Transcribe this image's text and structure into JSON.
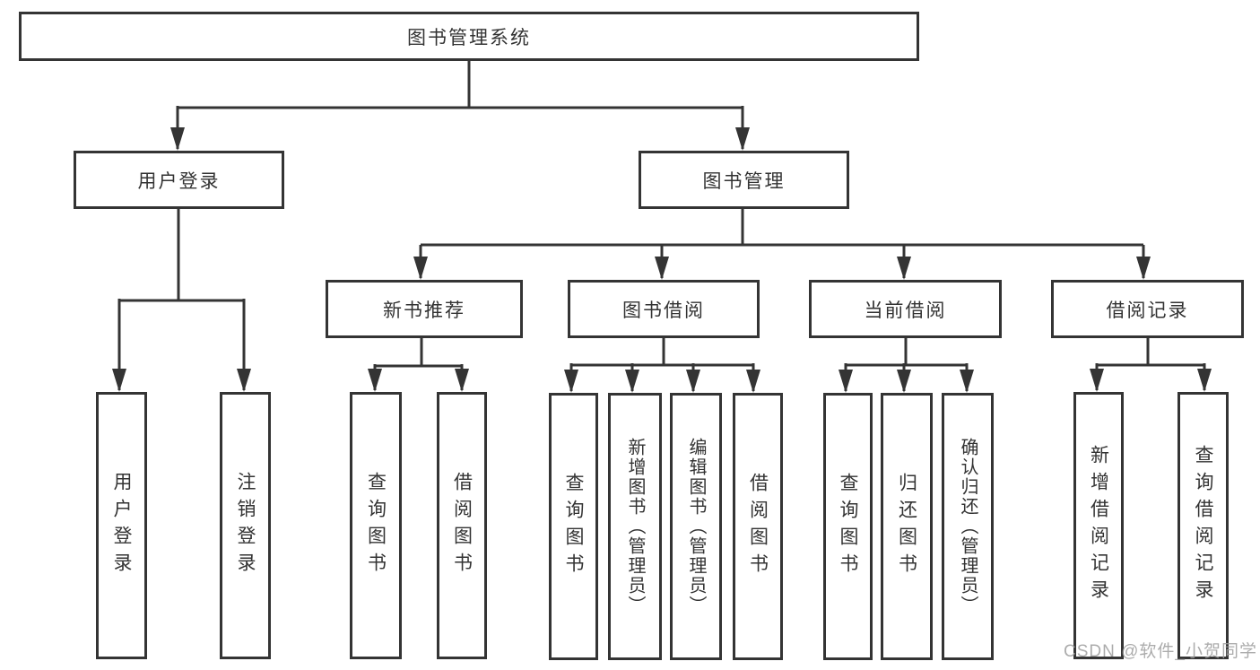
{
  "tree": {
    "root": {
      "label": "图书管理系统"
    },
    "branches": [
      {
        "label": "用户登录",
        "children": [
          {
            "label": "用户登录"
          },
          {
            "label": "注销登录"
          }
        ]
      },
      {
        "label": "图书管理",
        "sections": [
          {
            "label": "新书推荐",
            "children": [
              {
                "label": "查询图书"
              },
              {
                "label": "借阅图书"
              }
            ]
          },
          {
            "label": "图书借阅",
            "children": [
              {
                "label": "查询图书"
              },
              {
                "label": "新增图书（管理员）"
              },
              {
                "label": "编辑图书（管理员）"
              },
              {
                "label": "借阅图书"
              }
            ]
          },
          {
            "label": "当前借阅",
            "children": [
              {
                "label": "查询图书"
              },
              {
                "label": "归还图书"
              },
              {
                "label": "确认归还（管理员）"
              }
            ]
          },
          {
            "label": "借阅记录",
            "children": [
              {
                "label": "新增借阅记录"
              },
              {
                "label": "查询借阅记录"
              }
            ]
          }
        ]
      }
    ]
  },
  "watermark": "CSDN @软件_小贺同学",
  "colors": {
    "line": "#343434",
    "text": "#333333",
    "watermark": "#9e9e9e",
    "background": "#ffffff"
  }
}
